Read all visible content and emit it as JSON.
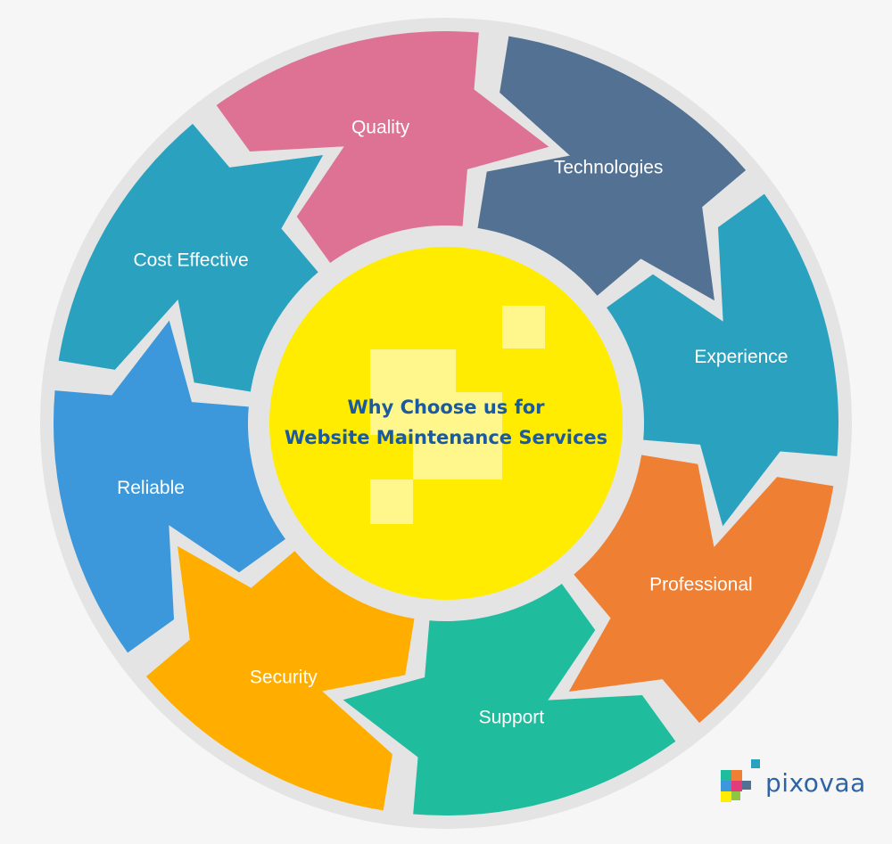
{
  "center": {
    "line1": "Why Choose us for",
    "line2": "Website Maintenance Services",
    "fill": "#ffec00",
    "title_color": "#1a5aa0"
  },
  "segments": [
    {
      "id": "technologies",
      "label": "Technologies",
      "color": "#527193"
    },
    {
      "id": "experience",
      "label": "Experience",
      "color": "#2aa2bf"
    },
    {
      "id": "professional",
      "label": "Professional",
      "color": "#ee7f33"
    },
    {
      "id": "support",
      "label": "Support",
      "color": "#1fbd9e"
    },
    {
      "id": "security",
      "label": "Security",
      "color": "#ffae00"
    },
    {
      "id": "reliable",
      "label": "Reliable",
      "color": "#3c98da"
    },
    {
      "id": "cost-effective",
      "label": "Cost Effective",
      "color": "#2aa2bf"
    },
    {
      "id": "quality",
      "label": "Quality",
      "color": "#de7295"
    }
  ],
  "brand": {
    "name": "pixovaa",
    "color": "#2f63a8"
  },
  "ring_color": "#e4e4e4"
}
